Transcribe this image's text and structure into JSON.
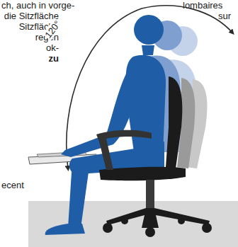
{
  "diagram": {
    "labels": [
      "ch, auch in vorge-",
      "die Sitzfläche",
      "Sitzfläche",
      "regen",
      "ok-",
      "zu",
      "ecent",
      "lombaires",
      "sur",
      "120°"
    ]
  }
}
